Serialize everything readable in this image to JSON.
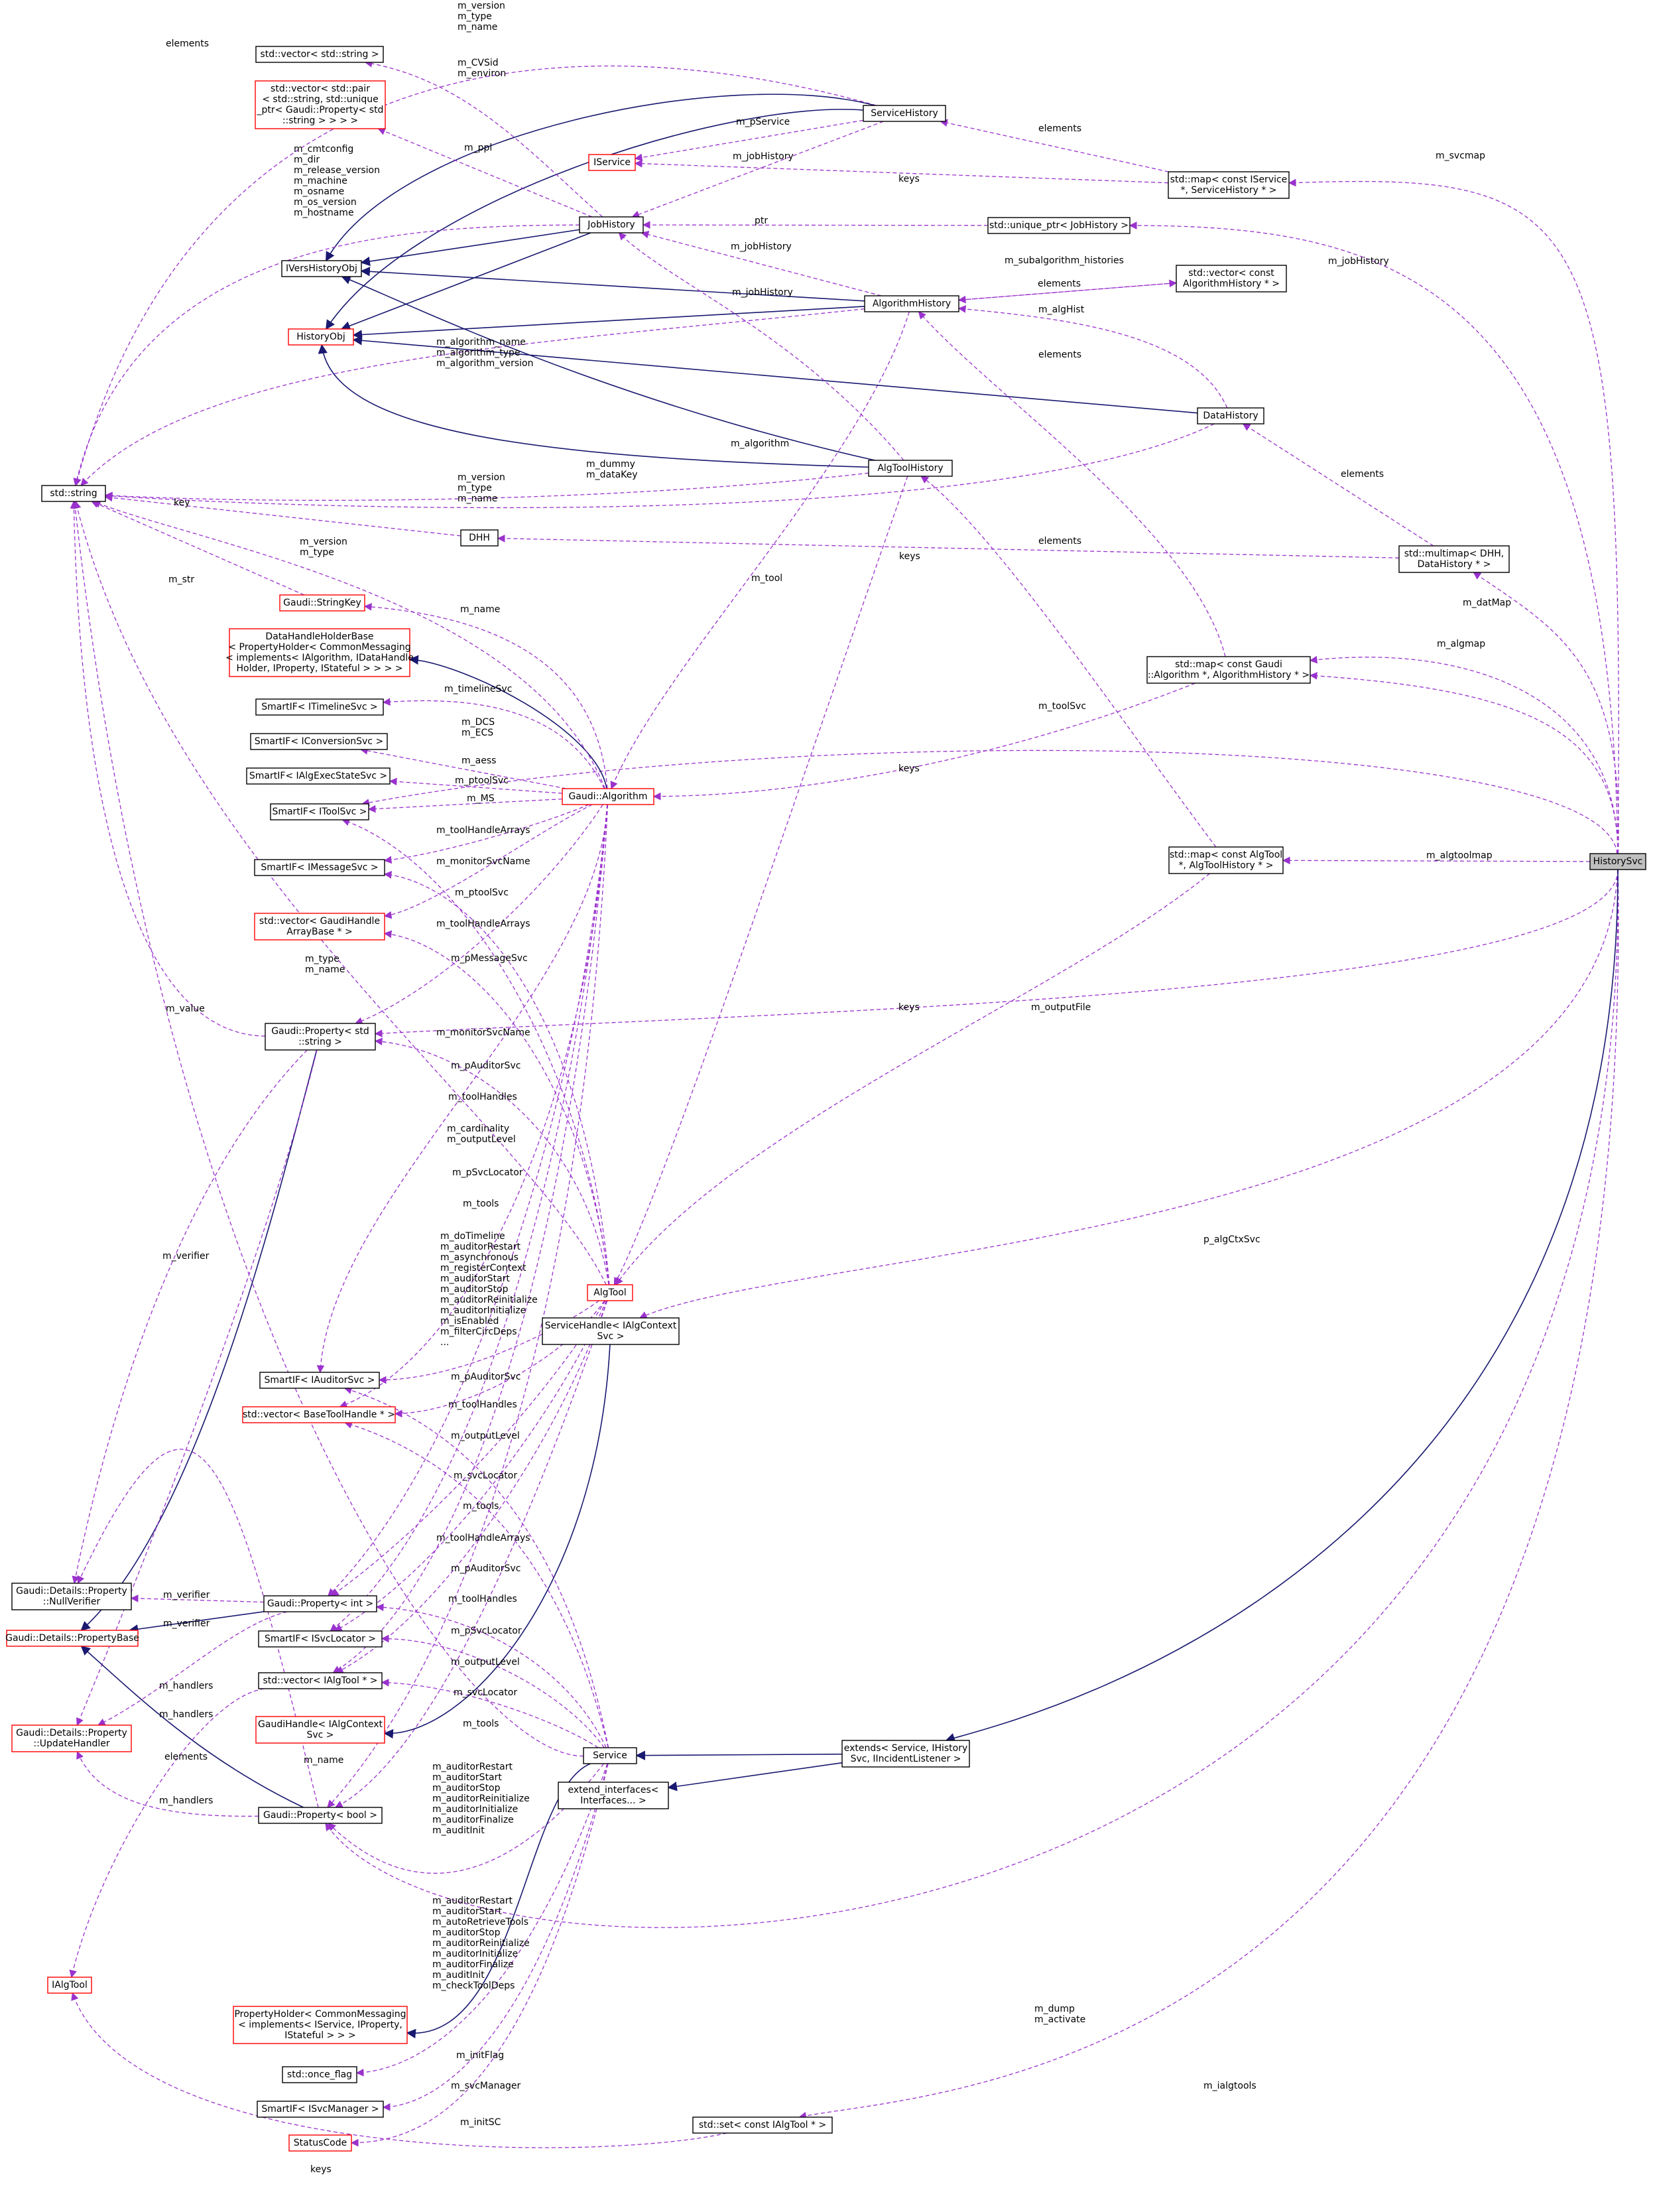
{
  "colors": {
    "inherit_edge": "#191970",
    "usage_edge": "#9a32cd",
    "node_border_default": "#000000",
    "node_border_incomplete": "#ff0000",
    "node_fill": "#ffffff",
    "node_fill_highlight": "#bfbfbf"
  },
  "nodes": {
    "std_string": [
      "std::string"
    ],
    "std_vector_string": [
      "std::vector< std::string >"
    ],
    "std_vector_pair": [
      "std::vector< std::pair",
      "< std::string, std::unique",
      "_ptr< Gaudi::Property< std",
      "::string > > > >"
    ],
    "IService": [
      "IService"
    ],
    "ServiceHistory": [
      "ServiceHistory"
    ],
    "map_iservice": [
      "std::map< const IService",
      "*, ServiceHistory * >"
    ],
    "JobHistory": [
      "JobHistory"
    ],
    "unique_ptr_jobhistory": [
      "std::unique_ptr< JobHistory >"
    ],
    "IVersHistoryObj": [
      "IVersHistoryObj"
    ],
    "AlgorithmHistory": [
      "AlgorithmHistory"
    ],
    "vector_algorithmhistory": [
      "std::vector< const",
      "AlgorithmHistory * >"
    ],
    "HistoryObj": [
      "HistoryObj"
    ],
    "DataHistory": [
      "DataHistory"
    ],
    "AlgToolHistory": [
      "AlgToolHistory"
    ],
    "DHH": [
      "DHH"
    ],
    "multimap_dhh": [
      "std::multimap< DHH,",
      "DataHistory * >"
    ],
    "Gaudi_StringKey": [
      "Gaudi::StringKey"
    ],
    "DataHandleHolderBase": [
      "DataHandleHolderBase",
      "< PropertyHolder< CommonMessaging",
      "< implements< IAlgorithm, IDataHandle",
      "Holder, IProperty, IStateful > > > >"
    ],
    "map_algorithm": [
      "std::map< const Gaudi",
      "::Algorithm *, AlgorithmHistory * >"
    ],
    "SmartIF_ITimelineSvc": [
      "SmartIF< ITimelineSvc >"
    ],
    "SmartIF_IConversionSvc": [
      "SmartIF< IConversionSvc >"
    ],
    "SmartIF_IAlgExecStateSvc": [
      "SmartIF< IAlgExecStateSvc >"
    ],
    "Gaudi_Algorithm": [
      "Gaudi::Algorithm"
    ],
    "SmartIF_IToolSvc": [
      "SmartIF< IToolSvc >"
    ],
    "SmartIF_IMessageSvc": [
      "SmartIF< IMessageSvc >"
    ],
    "map_algtool": [
      "std::map< const AlgTool",
      "*, AlgToolHistory * >"
    ],
    "HistorySvc": [
      "HistorySvc"
    ],
    "vector_GaudiHandleArrayBase": [
      "std::vector< GaudiHandle",
      "ArrayBase * >"
    ],
    "Gaudi_Property_string": [
      "Gaudi::Property< std",
      "::string >"
    ],
    "AlgTool": [
      "AlgTool"
    ],
    "ServiceHandle_IAlgContextSvc": [
      "ServiceHandle< IAlgContext",
      "Svc >"
    ],
    "SmartIF_IAuditorSvc": [
      "SmartIF< IAuditorSvc >"
    ],
    "vector_BaseToolHandle": [
      "std::vector< BaseToolHandle * >"
    ],
    "NullVerifier": [
      "Gaudi::Details::Property",
      "::NullVerifier"
    ],
    "PropertyBase": [
      "Gaudi::Details::PropertyBase"
    ],
    "Gaudi_Property_int": [
      "Gaudi::Property< int >"
    ],
    "SmartIF_ISvcLocator": [
      "SmartIF< ISvcLocator >"
    ],
    "vector_IAlgTool": [
      "std::vector< IAlgTool * >"
    ],
    "UpdateHandler": [
      "Gaudi::Details::Property",
      "::UpdateHandler"
    ],
    "GaudiHandle_IAlgContextSvc": [
      "GaudiHandle< IAlgContext",
      "Svc >"
    ],
    "Service": [
      "Service"
    ],
    "extends_Service": [
      "extends< Service, IHistory",
      "Svc, IIncidentListener >"
    ],
    "extend_interfaces": [
      "extend_interfaces<",
      "Interfaces... >"
    ],
    "Gaudi_Property_bool": [
      "Gaudi::Property< bool >"
    ],
    "IAlgTool": [
      "IAlgTool"
    ],
    "PropertyHolder_Service": [
      "PropertyHolder< CommonMessaging",
      "< implements< IService, IProperty,",
      "IStateful > > >"
    ],
    "std_once_flag": [
      "std::once_flag"
    ],
    "SmartIF_ISvcManager": [
      "SmartIF< ISvcManager >"
    ],
    "StatusCode": [
      "StatusCode"
    ],
    "set_IAlgTool": [
      "std::set< const IAlgTool * >"
    ]
  },
  "edge_labels": {
    "lbl_vs_mv": [
      "m_version",
      "m_type",
      "m_name"
    ],
    "lbl_elements_vecstr": [
      "elements"
    ],
    "lbl_cvsid": [
      "m_CVSid",
      "m_environ"
    ],
    "lbl_ppl": [
      "m_ppl"
    ],
    "lbl_pservice": [
      "m_pService"
    ],
    "lbl_jh_sh": [
      "m_jobHistory"
    ],
    "lbl_elements_svcmap": [
      "elements"
    ],
    "lbl_keys_svcmap": [
      "keys"
    ],
    "lbl_svcmap": [
      "m_svcmap"
    ],
    "lbl_cmtconfig": [
      "m_cmtconfig",
      "m_dir",
      "m_release_version",
      "m_machine",
      "m_osname",
      "m_os_version",
      "m_hostname"
    ],
    "lbl_ptr": [
      "ptr"
    ],
    "lbl_jh_ah": [
      "m_jobHistory"
    ],
    "lbl_jobhistory_svc": [
      "m_jobHistory"
    ],
    "lbl_subalg": [
      "m_subalgorithm_histories"
    ],
    "lbl_elements_vecah": [
      "elements"
    ],
    "lbl_jh_ath": [
      "m_jobHistory"
    ],
    "lbl_alghist": [
      "m_algHist"
    ],
    "lbl_algname": [
      "m_algorithm_name",
      "m_algorithm_type",
      "m_algorithm_version"
    ],
    "lbl_elements_mapalg": [
      "elements"
    ],
    "lbl_algorithm": [
      "m_algorithm"
    ],
    "lbl_dummy": [
      "m_dummy",
      "m_dataKey"
    ],
    "lbl_elements_dh": [
      "elements"
    ],
    "lbl_ath_vtn": [
      "m_version",
      "m_type",
      "m_name"
    ],
    "lbl_key": [
      "key"
    ],
    "lbl_elements_ath": [
      "elements"
    ],
    "lbl_keys_dhh": [
      "keys"
    ],
    "lbl_datmap": [
      "m_datMap"
    ],
    "lbl_tool": [
      "m_tool"
    ],
    "lbl_gp_vt": [
      "m_version",
      "m_type"
    ],
    "lbl_str": [
      "m_str"
    ],
    "lbl_name_sk": [
      "m_name"
    ],
    "lbl_algmap": [
      "m_algmap"
    ],
    "lbl_timeline": [
      "m_timelineSvc"
    ],
    "lbl_toolsvc": [
      "m_toolSvc"
    ],
    "lbl_dcs": [
      "m_DCS",
      "m_ECS"
    ],
    "lbl_aess": [
      "m_aess"
    ],
    "lbl_keys_algmap": [
      "keys"
    ],
    "lbl_ptoolsvc_alg": [
      "m_ptoolSvc"
    ],
    "lbl_ms": [
      "m_MS"
    ],
    "lbl_tha_alg": [
      "m_toolHandleArrays"
    ],
    "lbl_monitor_alg": [
      "m_monitorSvcName"
    ],
    "lbl_algtoolmap": [
      "m_algtoolmap"
    ],
    "lbl_ptoolsvc_at": [
      "m_ptoolSvc"
    ],
    "lbl_tha_at": [
      "m_toolHandleArrays"
    ],
    "lbl_type_name": [
      "m_type",
      "m_name"
    ],
    "lbl_pmsgsvc": [
      "m_pMessageSvc"
    ],
    "lbl_value": [
      "m_value"
    ],
    "lbl_keys_prop": [
      "keys"
    ],
    "lbl_outputfile": [
      "m_outputFile"
    ],
    "lbl_monitor_at": [
      "m_monitorSvcName"
    ],
    "lbl_pauditor_alg": [
      "m_pAuditorSvc"
    ],
    "lbl_toolhandles_alg": [
      "m_toolHandles"
    ],
    "lbl_cardinality": [
      "m_cardinality",
      "m_outputLevel"
    ],
    "lbl_psvclocator_alg": [
      "m_pSvcLocator"
    ],
    "lbl_tools_alg": [
      "m_tools"
    ],
    "lbl_algctx": [
      "p_algCtxSvc"
    ],
    "lbl_alg_bool": [
      "m_doTimeline",
      "m_auditorRestart",
      "m_asynchronous",
      "m_registerContext",
      "m_auditorStart",
      "m_auditorStop",
      "m_auditorReinitialize",
      "m_auditorInitialize",
      "m_isEnabled",
      "m_filterCircDeps",
      "..."
    ],
    "lbl_verifier_str": [
      "m_verifier"
    ],
    "lbl_pauditor_at": [
      "m_pAuditorSvc"
    ],
    "lbl_toolhandles_at": [
      "m_toolHandles"
    ],
    "lbl_outputlevel_at": [
      "m_outputLevel"
    ],
    "lbl_svclocator_at": [
      "m_svcLocator"
    ],
    "lbl_tools_at": [
      "m_tools"
    ],
    "lbl_tha_svc": [
      "m_toolHandleArrays"
    ],
    "lbl_pauditor_svc": [
      "m_pAuditorSvc"
    ],
    "lbl_toolhandles_svc": [
      "m_toolHandles"
    ],
    "lbl_verifier_int": [
      "m_verifier"
    ],
    "lbl_verifier_base": [
      "m_verifier"
    ],
    "lbl_psvclocator_svc": [
      "m_pSvcLocator"
    ],
    "lbl_outputlevel_svc": [
      "m_outputLevel"
    ],
    "lbl_handlers_str": [
      "m_handlers"
    ],
    "lbl_svclocator_svc": [
      "m_svcLocator"
    ],
    "lbl_handlers_int": [
      "m_handlers"
    ],
    "lbl_tools_svc": [
      "m_tools"
    ],
    "lbl_elements_ialg": [
      "elements"
    ],
    "lbl_name_at": [
      "m_name"
    ],
    "lbl_at_bool": [
      "m_auditorRestart",
      "m_auditorStart",
      "m_auditorStop",
      "m_auditorReinitialize",
      "m_auditorInitialize",
      "m_auditorFinalize",
      "m_auditInit"
    ],
    "lbl_handlers_bool": [
      "m_handlers"
    ],
    "lbl_svc_bool": [
      "m_auditorRestart",
      "m_auditorStart",
      "m_autoRetrieveTools",
      "m_auditorStop",
      "m_auditorReinitialize",
      "m_auditorInitialize",
      "m_auditorFinalize",
      "m_auditInit",
      "m_checkToolDeps"
    ],
    "lbl_dump": [
      "m_dump",
      "m_activate"
    ],
    "lbl_initflag": [
      "m_initFlag"
    ],
    "lbl_svcmanager": [
      "m_svcManager"
    ],
    "lbl_ialgtools": [
      "m_ialgtools"
    ],
    "lbl_initsc": [
      "m_initSC"
    ],
    "lbl_keys_set": [
      "keys"
    ]
  }
}
